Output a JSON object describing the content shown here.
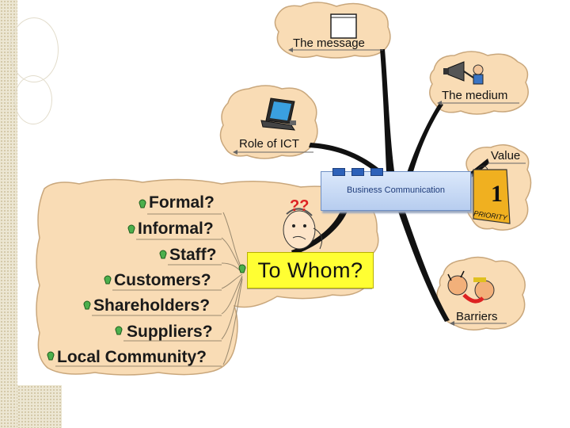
{
  "central_topic": "Business Communication",
  "branches": {
    "message": "The message",
    "medium": "The medium",
    "ict": "Role of ICT",
    "value": "Value",
    "barriers": "Barriers",
    "to_whom": "To Whom?"
  },
  "audience_items": [
    "Formal?",
    "Informal?",
    "Staff?",
    "Customers?",
    "Shareholders?",
    "Suppliers?",
    "Local Community?"
  ],
  "decorations": {
    "question_marks": "??",
    "priority_card_number": "1",
    "priority_card_text": "PRIORITY"
  },
  "colors": {
    "cloud_fill": "#f9dcb5",
    "cloud_stroke": "#c9a77c",
    "branch_line": "#111111",
    "highlight": "#ffff33",
    "central_box": "#c7d9f5",
    "bulb": "#2d8b2d"
  },
  "icons": [
    "note-icon",
    "megaphone-icon",
    "laptop-icon",
    "priority-card-icon",
    "puzzled-face-icon",
    "quarrel-faces-icon",
    "lightbulb-icon"
  ]
}
